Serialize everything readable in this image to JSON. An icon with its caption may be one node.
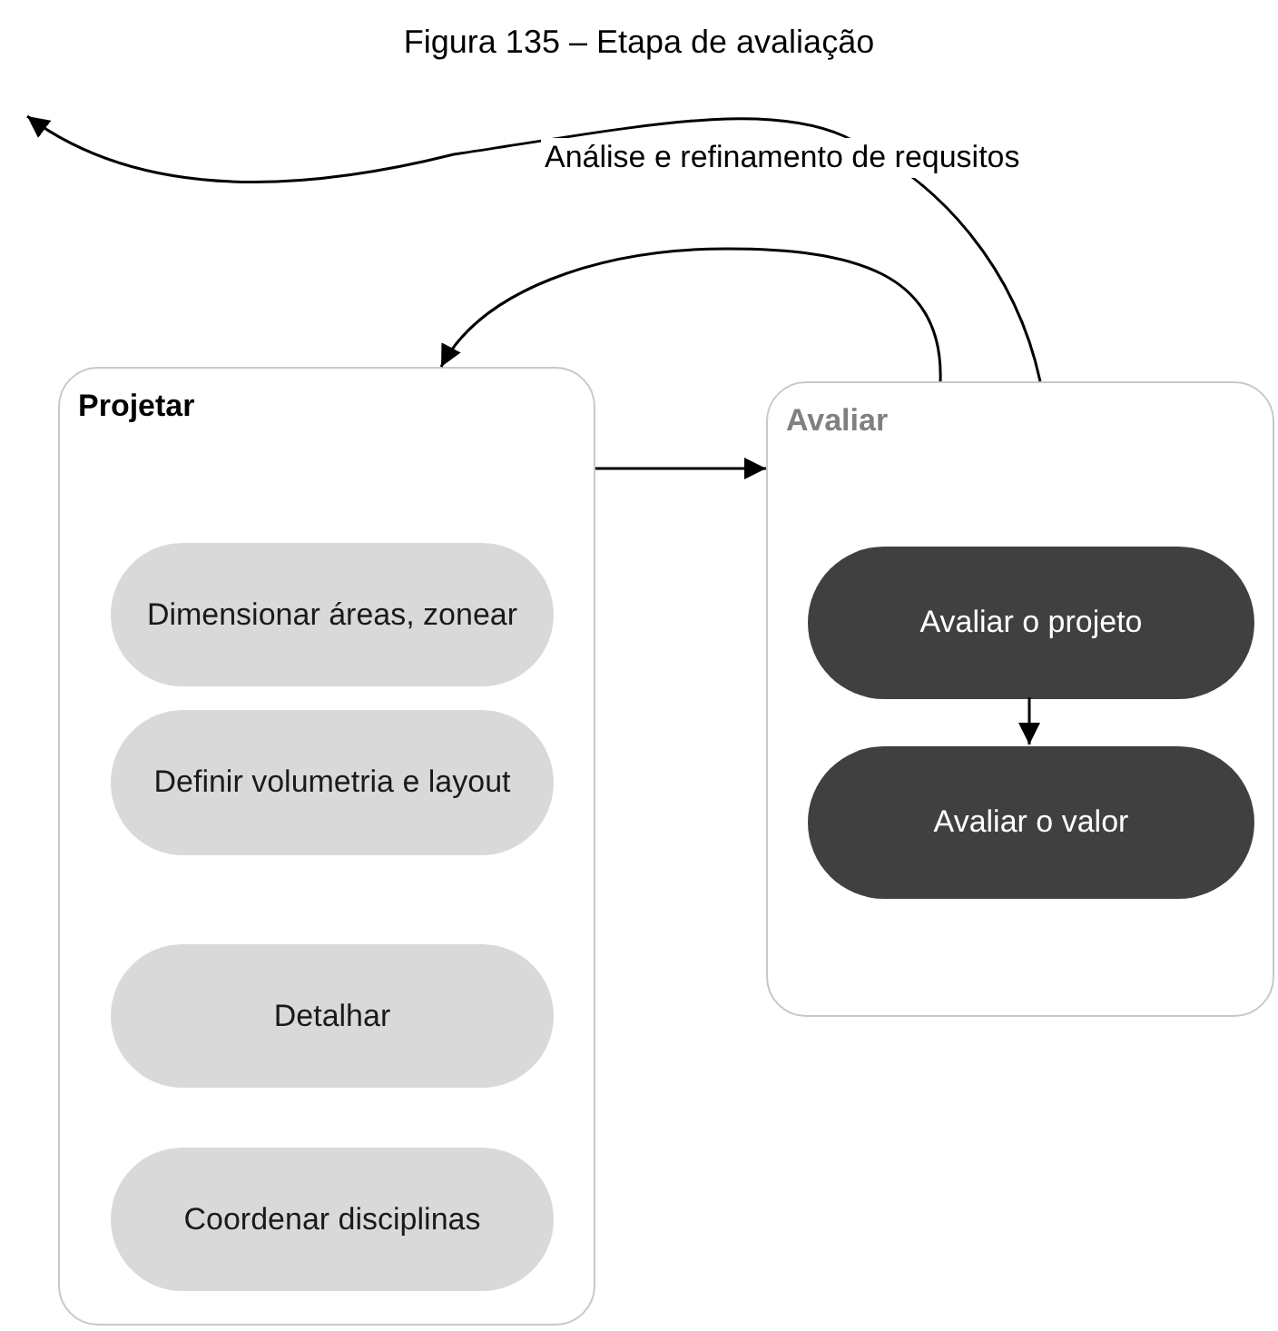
{
  "diagram": {
    "title": "Figura 135 – Etapa de avaliação",
    "nodes": [
      {
        "text": [
          "Projetar"
        ]
      },
      {
        "text": [
          "Dimensionar áreas, zonear"
        ],
        "in": 0
      },
      {
        "text": [
          "Definir volumetria e layout"
        ],
        "in": 0
      },
      {
        "text": [
          "Detalhar"
        ],
        "in": 0
      },
      {
        "text": [
          "Coordenar disciplinas"
        ],
        "in": 0
      },
      {
        "text": [
          "Avaliar"
        ]
      },
      {
        "text": [
          "Avaliar o projeto"
        ],
        "in": 5
      },
      {
        "text": [
          "Avaliar o valor"
        ],
        "in": 5
      }
    ],
    "edges": [
      {
        "from": 0,
        "to": 5,
        "arrow": "to"
      },
      {
        "from": 6,
        "to": 7,
        "arrow": "to"
      },
      {
        "from": 5,
        "to": 0,
        "arrow": "to"
      },
      {
        "from": 5,
        "to": null,
        "arrow": "to",
        "label": "Análise e refinamento de requsitos"
      }
    ]
  }
}
